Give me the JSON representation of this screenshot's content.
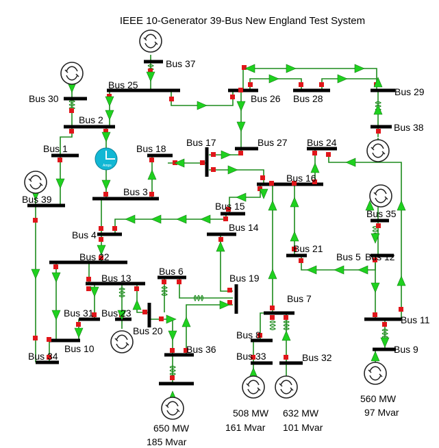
{
  "title": "IEEE 10-Generator 39-Bus New England Test System",
  "buses": [
    {
      "id": "bus37",
      "label": "Bus 37"
    },
    {
      "id": "bus30",
      "label": "Bus 30"
    },
    {
      "id": "bus25",
      "label": "Bus 25"
    },
    {
      "id": "bus2",
      "label": "Bus 2"
    },
    {
      "id": "bus26",
      "label": "Bus 26"
    },
    {
      "id": "bus28",
      "label": "Bus 28"
    },
    {
      "id": "bus29",
      "label": "Bus 29"
    },
    {
      "id": "bus38",
      "label": "Bus 38"
    },
    {
      "id": "bus1",
      "label": "Bus 1"
    },
    {
      "id": "bus18",
      "label": "Bus 18"
    },
    {
      "id": "bus17",
      "label": "Bus 17"
    },
    {
      "id": "bus27",
      "label": "Bus 27"
    },
    {
      "id": "bus24",
      "label": "Bus 24"
    },
    {
      "id": "bus39",
      "label": "Bus 39"
    },
    {
      "id": "bus3",
      "label": "Bus 3"
    },
    {
      "id": "bus16",
      "label": "Bus 16"
    },
    {
      "id": "bus15",
      "label": "Bus 15"
    },
    {
      "id": "bus35",
      "label": "Bus 35"
    },
    {
      "id": "bus14",
      "label": "Bus 14"
    },
    {
      "id": "bus4",
      "label": "Bus 4"
    },
    {
      "id": "bus21",
      "label": "Bus 21"
    },
    {
      "id": "bus5",
      "label": "Bus 5"
    },
    {
      "id": "bus22",
      "label": "Bus 22"
    },
    {
      "id": "bus12",
      "label": "Bus 12"
    },
    {
      "id": "bus6",
      "label": "Bus 6"
    },
    {
      "id": "bus13",
      "label": "Bus 13"
    },
    {
      "id": "bus19",
      "label": "Bus 19"
    },
    {
      "id": "bus7",
      "label": "Bus 7"
    },
    {
      "id": "bus31",
      "label": "Bus 31"
    },
    {
      "id": "bus23",
      "label": "Bus 23"
    },
    {
      "id": "bus11",
      "label": "Bus 11"
    },
    {
      "id": "bus20",
      "label": "Bus 20"
    },
    {
      "id": "bus8",
      "label": "Bus 8"
    },
    {
      "id": "bus10",
      "label": "Bus 10"
    },
    {
      "id": "bus36",
      "label": "Bus 36"
    },
    {
      "id": "bus9",
      "label": "Bus 9"
    },
    {
      "id": "bus34",
      "label": "Bus 34"
    },
    {
      "id": "bus33",
      "label": "Bus 33"
    },
    {
      "id": "bus32",
      "label": "Bus 32"
    }
  ],
  "meter_text": "Amps",
  "readouts": {
    "gen32_mw": "650 MW",
    "gen32_mvar": "185 Mvar",
    "gen34_mw": "508 MW",
    "gen34_mvar": "161 Mvar",
    "gen33_mw": "632 MW",
    "gen33_mvar": "101 Mvar",
    "gen36_mw": "560 MW",
    "gen36_mvar": "97 Mvar"
  },
  "colors": {
    "line": "#1b8a1b",
    "flow_arrow": "#1fd11f",
    "breaker": "#e0161a",
    "bus": "#000000",
    "meter": "#12b7d4"
  },
  "icons": [
    "generator-icon",
    "flow-arrow-icon",
    "circuit-breaker-icon",
    "transformer-icon",
    "ammeter-icon"
  ]
}
